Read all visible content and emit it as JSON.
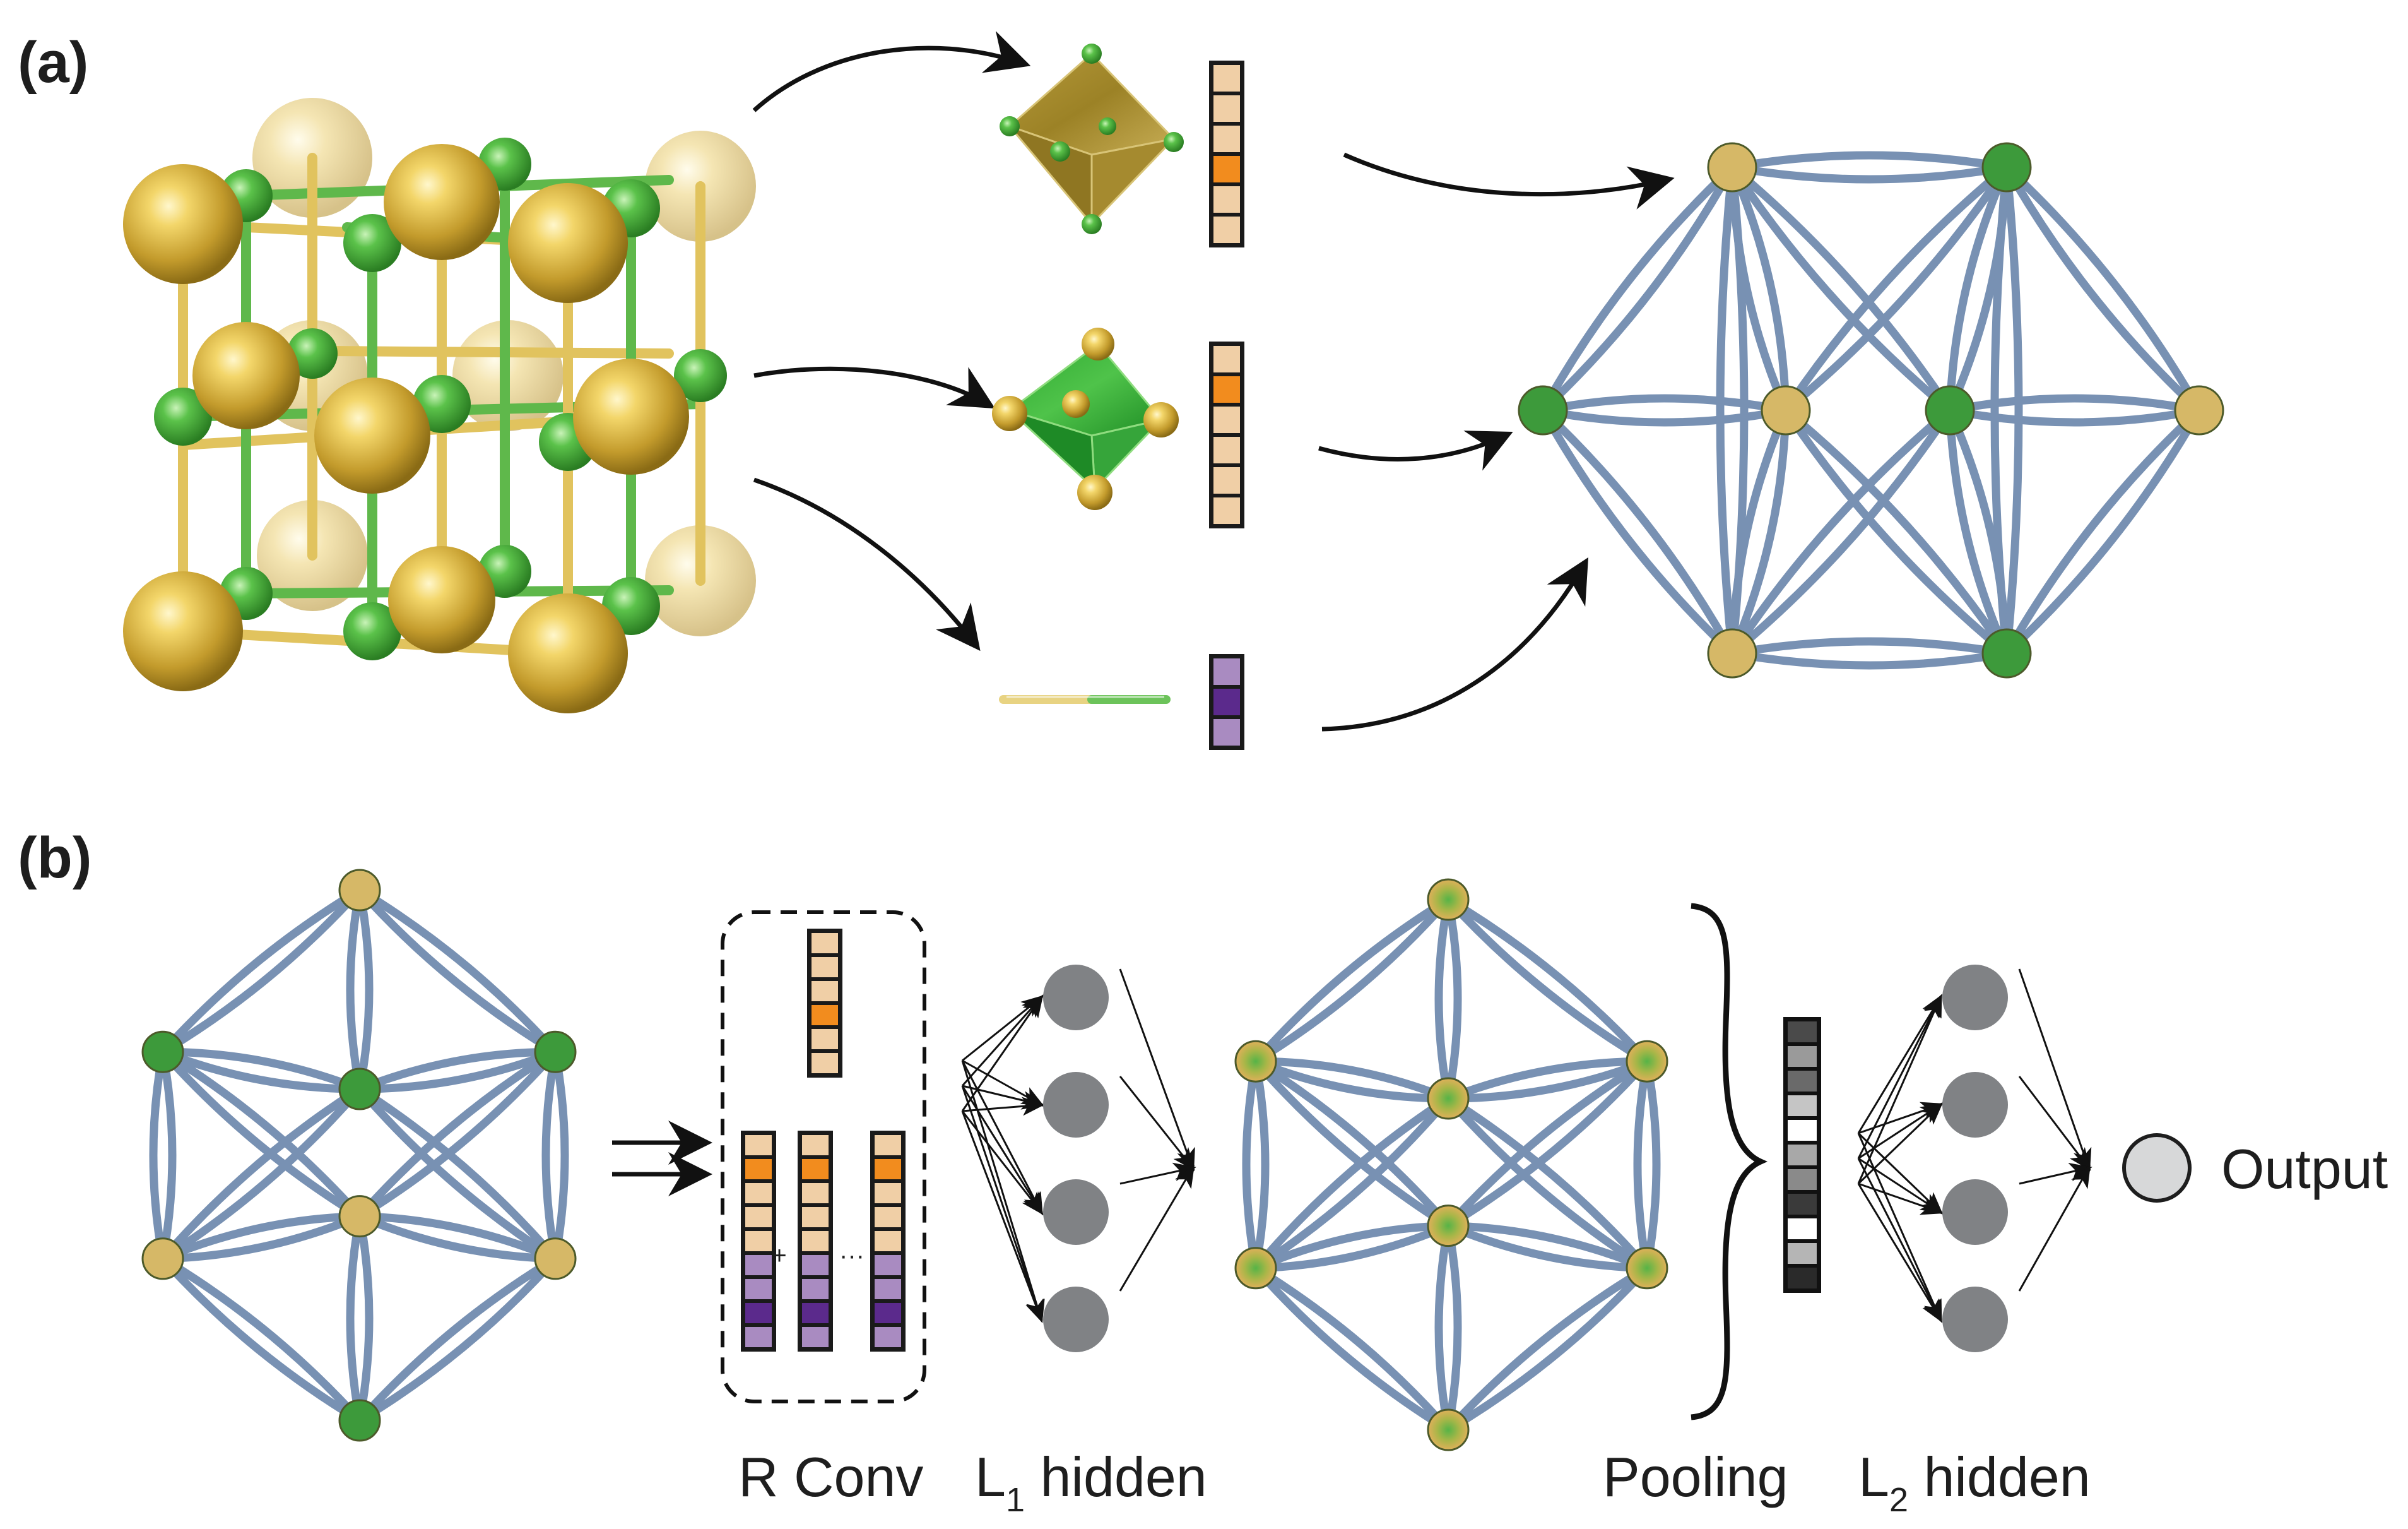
{
  "panels": {
    "a": {
      "label": "(a)"
    },
    "b": {
      "label": "(b)",
      "r_conv_label": "R Conv",
      "l1_label_main": "L",
      "l1_label_sub": "1",
      "l1_label_rest": " hidden",
      "pooling_label": "Pooling",
      "l2_label_main": "L",
      "l2_label_sub": "2",
      "l2_label_rest": " hidden",
      "output_label": "Output",
      "plus_sign": "+",
      "ellipsis": "···"
    }
  },
  "colors": {
    "gold_atom": "#c9a236",
    "green_atom": "#3ea534",
    "graph_edge": "#7891b3",
    "node_gold": "#d6b867",
    "node_green": "#3d9a3b",
    "feature_light": "#f0cfa6",
    "feature_orange": "#f28c1e",
    "feature_lavender": "#a98bc1",
    "feature_purple": "#5b2a8c",
    "hidden_neuron": "#808285",
    "output_node": "#d7d8d9"
  }
}
